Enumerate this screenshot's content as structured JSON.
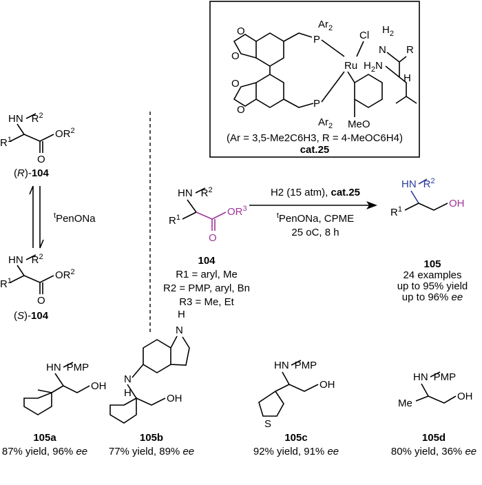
{
  "catalyst": {
    "ar2_top": "Ar",
    "ar2_bot": "Ar",
    "two": "2",
    "p": "P",
    "cl": "Cl",
    "ru": "Ru",
    "h": "H",
    "n": "N",
    "r": "R",
    "meo": "MeO",
    "definition": "(Ar = 3,5-Me2C6H3, R = 4-MeOC6H4)",
    "name": "cat.25"
  },
  "left": {
    "hn": "HN",
    "r2": "R",
    "sup2": "2",
    "r1": "R",
    "sup1": "1",
    "o": "O",
    "or2": "OR",
    "r_label_pre": "(",
    "r_label_it": "R",
    "r_label_post": ")-",
    "r_label_num": "104",
    "s_label_it": "S",
    "s_label_num": "104",
    "base_sup": "t",
    "base": "PenONa"
  },
  "reaction": {
    "substrate_num": "104",
    "or3": "OR",
    "sup3": "3",
    "sub_lines": [
      "R1 = aryl, Me",
      "R2 = PMP, aryl, Bn",
      "R3 = Me, Et"
    ],
    "above_arrow_pre": "H2 (15 atm), ",
    "above_arrow_bold": "cat.25",
    "below_arrow_1_sup": "t",
    "below_arrow_1": "PenONa, CPME",
    "below_arrow_2": "25 oC, 8 h",
    "product_num": "105",
    "oh": "OH",
    "product_lines": [
      "24 examples",
      "up to 95% yield"
    ],
    "ee_line_pre": "up to 96% ",
    "ee": "ee"
  },
  "examples": [
    {
      "id": "105a",
      "yield": "87% yield, 96% ",
      "ee": "ee",
      "n": "HN",
      "sub": "PMP",
      "oh": "OH"
    },
    {
      "id": "105b",
      "yield": "77% yield, 89% ",
      "ee": "ee",
      "n": "N",
      "nh": "H",
      "oh": "OH",
      "h": "H"
    },
    {
      "id": "105c",
      "yield": "92% yield, 91% ",
      "ee": "ee",
      "n": "HN",
      "sub": "PMP",
      "oh": "OH",
      "s": "S"
    },
    {
      "id": "105d",
      "yield": "80% yield, 36% ",
      "ee": "ee",
      "n": "HN",
      "sub": "PMP",
      "oh": "OH",
      "me": "Me"
    }
  ]
}
